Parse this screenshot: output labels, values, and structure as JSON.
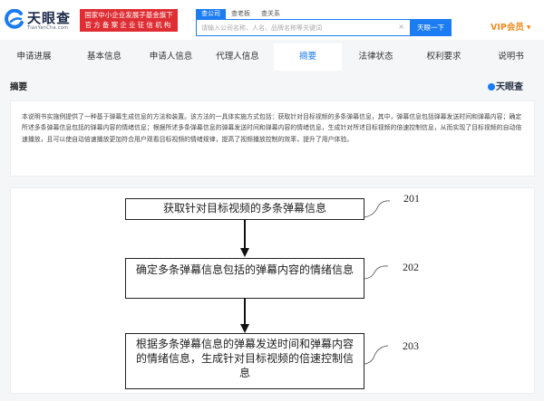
{
  "header": {
    "logo_text": "天眼查",
    "logo_sub": "TianYanCha.com",
    "badge_line1": "国家中小企业发展子基金旗下",
    "badge_line2": "官方备案企业征信机构",
    "search_tabs": [
      {
        "label": "查公司",
        "active": true
      },
      {
        "label": "查老板",
        "active": false
      },
      {
        "label": "查关系",
        "active": false
      }
    ],
    "search_placeholder": "请输入公司名称、人名、品牌名称等关键词",
    "clear_icon": "×",
    "search_button": "天眼一下",
    "vip_label": "VIP会员",
    "vip_caret": "▼"
  },
  "tabs": [
    {
      "label": "申请进展",
      "active": false
    },
    {
      "label": "基本信息",
      "active": false
    },
    {
      "label": "申请人信息",
      "active": false
    },
    {
      "label": "代理人信息",
      "active": false
    },
    {
      "label": "摘要",
      "active": true
    },
    {
      "label": "法律状态",
      "active": false
    },
    {
      "label": "权利要求",
      "active": false
    },
    {
      "label": "说明书",
      "active": false
    }
  ],
  "section": {
    "title": "摘要",
    "watermark": "天眼查"
  },
  "abstract": {
    "text": "本说明书实施例提供了一种基于弹幕生成信息的方法和装置。该方法的一具体实施方式包括：获取针对目标视频的多条弹幕信息，其中，弹幕信息包括弹幕发送时间和弹幕内容；确定所述多条弹幕信息包括的弹幕内容的情绪信息；根据所述多条弹幕信息的弹幕发送时间和弹幕内容的情绪信息，生成针对所述目标视频的倍速控制信息，从而实现了目标视频的自动倍速播放，且可以使自动倍速播放更加符合用户观看目标视频的情绪规律，提高了视频播放控制的效率，提升了用户体验。"
  },
  "figure": {
    "steps": [
      {
        "number": "201",
        "text": "获取针对目标视频的多条弹幕信息"
      },
      {
        "number": "202",
        "text": "确定多条弹幕信息包括的弹幕内容的情绪信息"
      },
      {
        "number": "203",
        "text": "根据多条弹幕信息的弹幕发送时间和弹幕内容的情绪信息，生成针对目标视频的倍速控制信息"
      }
    ]
  }
}
